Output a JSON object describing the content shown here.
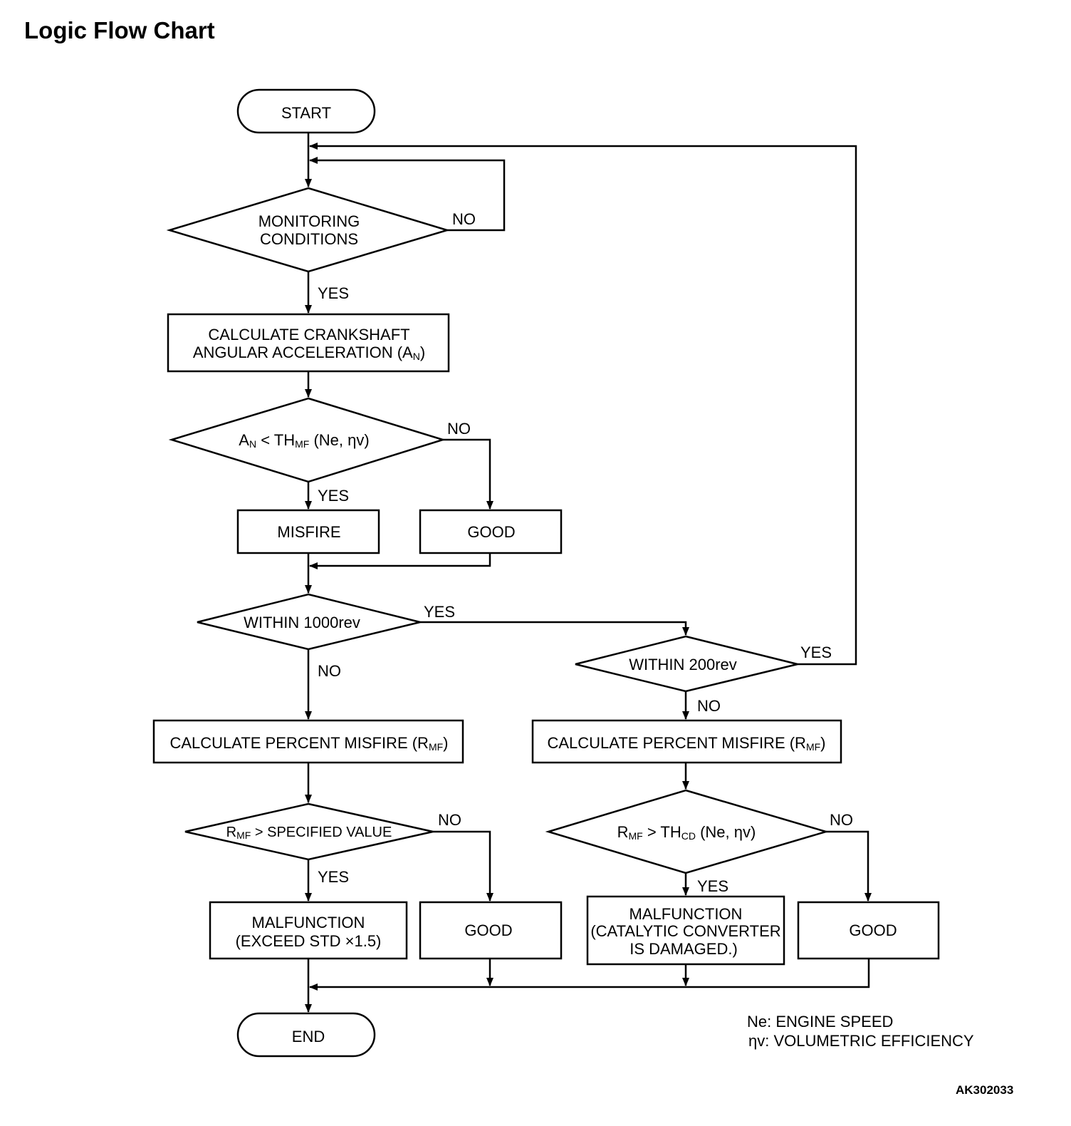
{
  "title": "Logic Flow Chart",
  "doc_code": "AK302033",
  "nodes": {
    "start": "START",
    "monitoring_1": "MONITORING",
    "monitoring_2": "CONDITIONS",
    "calc_accel_1": "CALCULATE CRANKSHAFT",
    "calc_accel_2": "ANGULAR ACCELERATION (A",
    "calc_accel_sub": "N",
    "calc_accel_end": ")",
    "an_cond_a": "A",
    "an_cond_sub1": "N",
    "an_cond_mid": " < TH",
    "an_cond_sub2": "MF",
    "an_cond_end": " (Ne, ",
    "eta": "η",
    "an_cond_close": "v)",
    "misfire": "MISFIRE",
    "good": "GOOD",
    "within_1000": "WITHIN 1000rev",
    "within_200": "WITHIN 200rev",
    "calc_percent": "CALCULATE PERCENT MISFIRE (R",
    "calc_percent_sub": "MF",
    "calc_percent_end": ")",
    "rmf_spec_r": "R",
    "rmf_spec_sub": "MF",
    "rmf_spec_rest": " > SPECIFIED VALUE",
    "rmf_th_r": "R",
    "rmf_th_sub1": "MF",
    "rmf_th_mid": " > TH",
    "rmf_th_sub2": "CD",
    "rmf_th_end": " (Ne, ",
    "rmf_th_close": "v)",
    "malf_std_1": "MALFUNCTION",
    "malf_std_2": "(EXCEED STD  ×1.5)",
    "malf_cat_1": "MALFUNCTION",
    "malf_cat_2": "(CATALYTIC CONVERTER",
    "malf_cat_3": "IS DAMAGED.)",
    "end": "END"
  },
  "edge_labels": {
    "yes": "YES",
    "no": "NO"
  },
  "legend": {
    "ne": "Ne: ENGINE SPEED",
    "eta_symbol": "η",
    "eta_rest": "v: VOLUMETRIC EFFICIENCY"
  }
}
